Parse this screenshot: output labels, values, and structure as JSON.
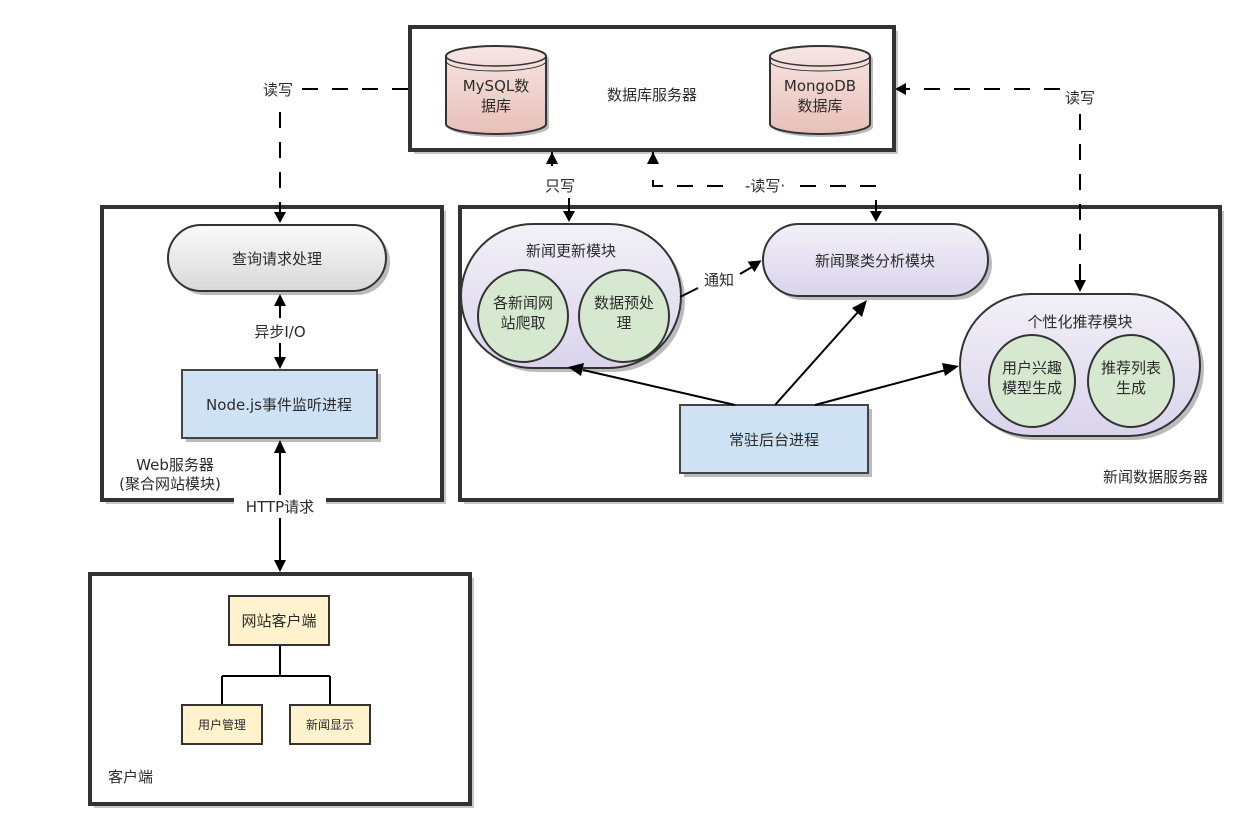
{
  "diagram": {
    "db_server": {
      "title": "数据库服务器",
      "mysql": [
        "MySQL数",
        "据库"
      ],
      "mongodb": [
        "MongoDB",
        "数据库"
      ]
    },
    "web_server": {
      "title_line1": "Web服务器",
      "title_line2": "(聚合网站模块)",
      "query_handler": "查询请求处理",
      "node_process": "Node.js事件监听进程"
    },
    "news_server": {
      "title": "新闻数据服务器",
      "update_module": {
        "title": "新闻更新模块",
        "crawl": [
          "各新闻网",
          "站爬取"
        ],
        "preprocess": [
          "数据预处",
          "理"
        ]
      },
      "cluster_module": "新闻聚类分析模块",
      "recommend_module": {
        "title": "个性化推荐模块",
        "interest_model": [
          "用户兴趣",
          "模型生成"
        ],
        "rec_list": [
          "推荐列表",
          "生成"
        ]
      },
      "daemon": "常驻后台进程"
    },
    "client": {
      "title": "客户端",
      "web_client": "网站客户端",
      "user_mgmt": "用户管理",
      "news_display": "新闻显示"
    },
    "edges": {
      "rw_left": "读写",
      "rw_right": "读写",
      "rw_middle": "-读写·",
      "write_only": "只写",
      "async_io": "异步I/O",
      "http_request": "HTTP请求",
      "notify": "通知"
    },
    "colors": {
      "db_cylinder": "#eec9c4",
      "query_pill": "#e6e6e6",
      "process_box": "#cfe2f3",
      "module_fill": "#e4e0f0",
      "submodule_fill": "#d6e9d0",
      "client_box": "#fff2cc"
    }
  }
}
